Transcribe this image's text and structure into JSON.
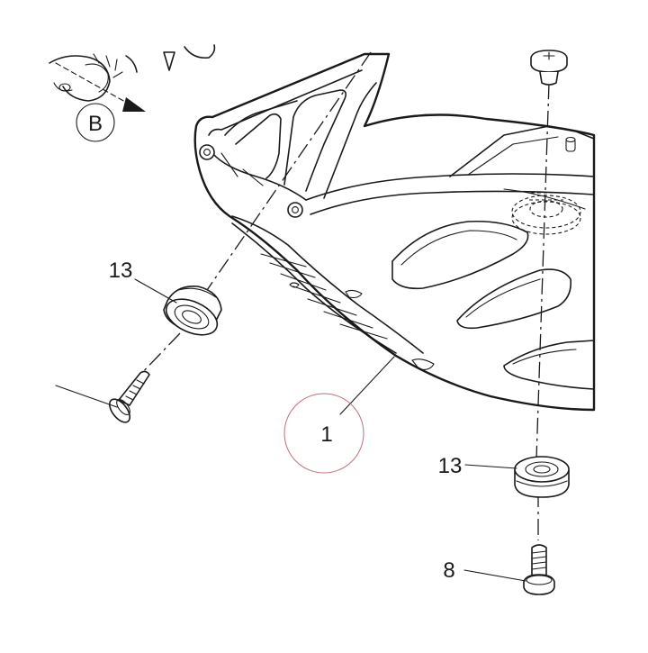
{
  "callouts": {
    "view_b": "B",
    "washer_left": "13",
    "washer_right": "13",
    "screw_right": "8",
    "part_1": "1"
  },
  "colors": {
    "line": "#1a1a1a",
    "highlight_circle": "#c0707a",
    "background": "#ffffff"
  }
}
